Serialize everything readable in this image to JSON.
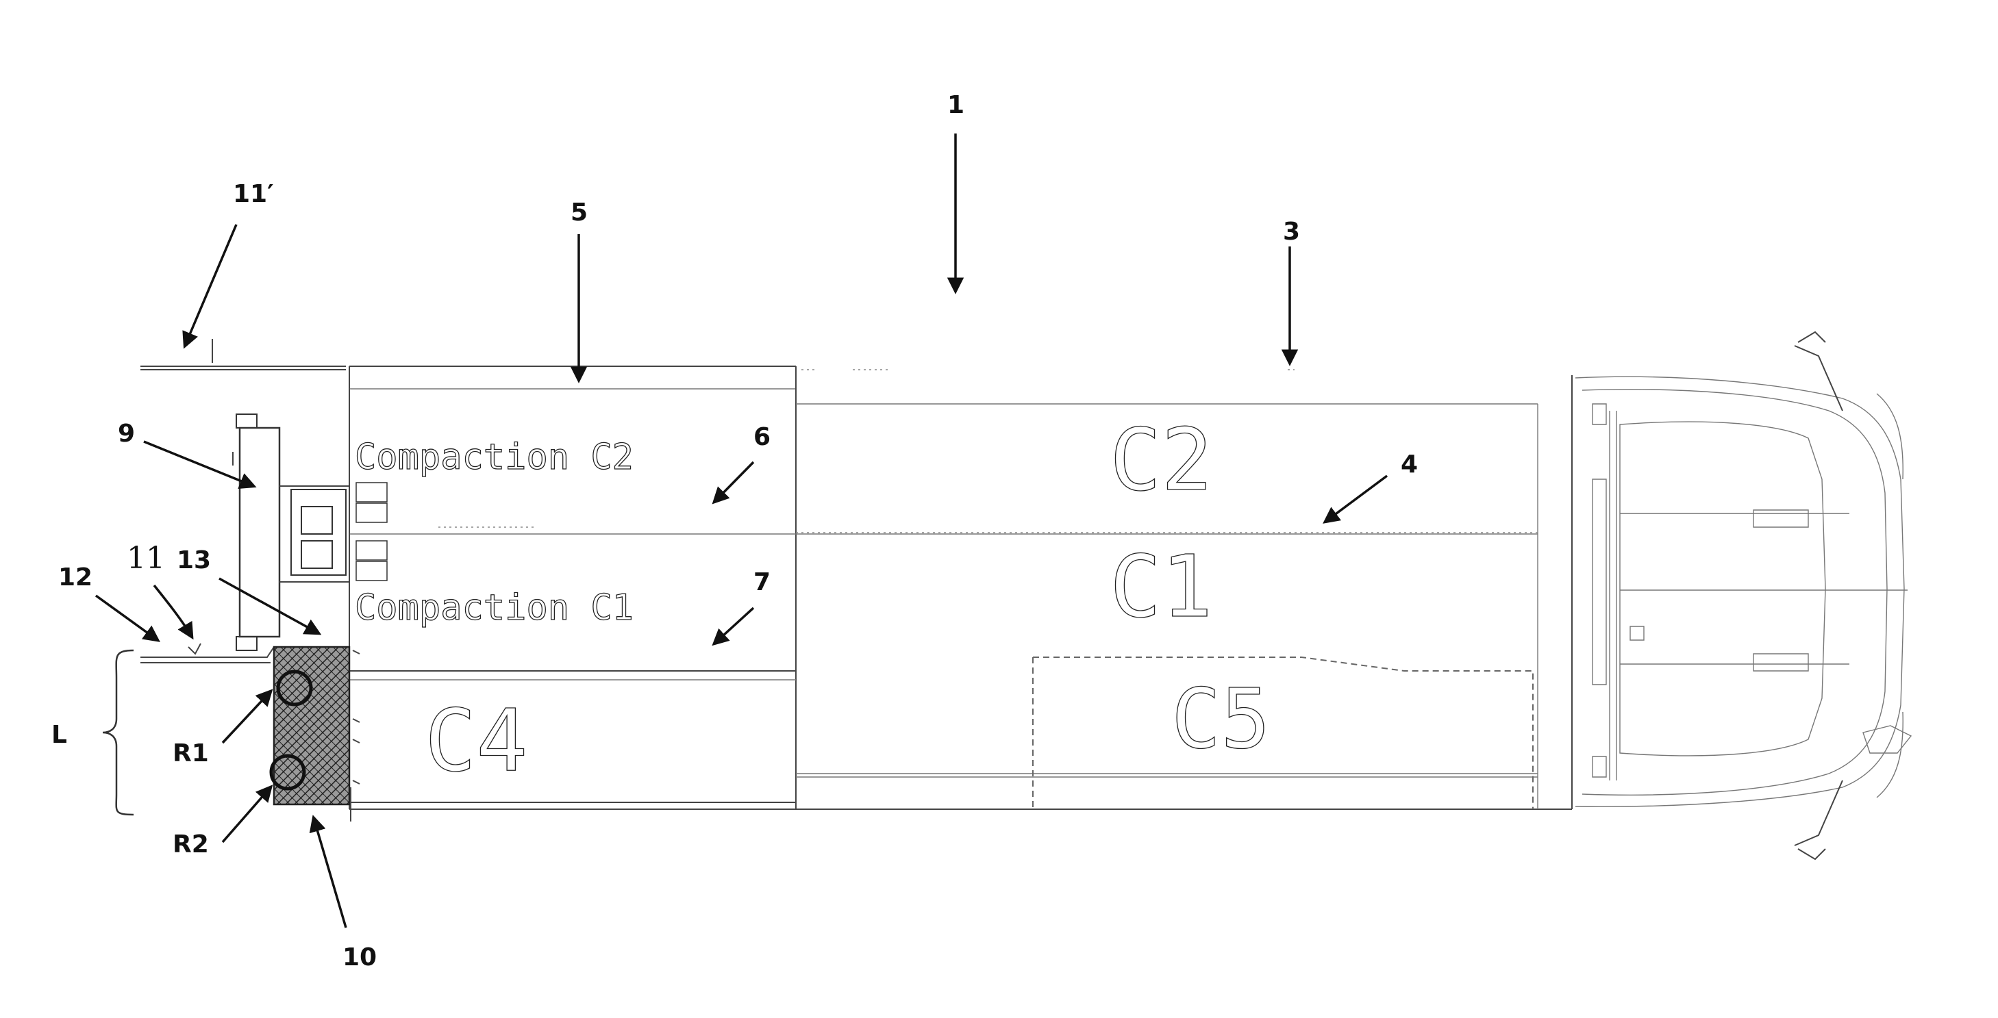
{
  "compartments": {
    "c2": "C2",
    "c1": "C1",
    "c4": "C4",
    "c5": "C5",
    "compaction_c2": "Compaction C2",
    "compaction_c1": "Compaction C1"
  },
  "references": {
    "r1": "1",
    "r3": "3",
    "r4": "4",
    "r5": "5",
    "r6": "6",
    "r7": "7",
    "r9": "9",
    "r10": "10",
    "r11_prime": "11′",
    "r11": "11",
    "r12": "12",
    "r13": "13",
    "rL": "L",
    "rR1": "R1",
    "rR2": "R2"
  },
  "colors": {
    "line": "#444444",
    "text": "#111111",
    "hatch": "#333333"
  }
}
